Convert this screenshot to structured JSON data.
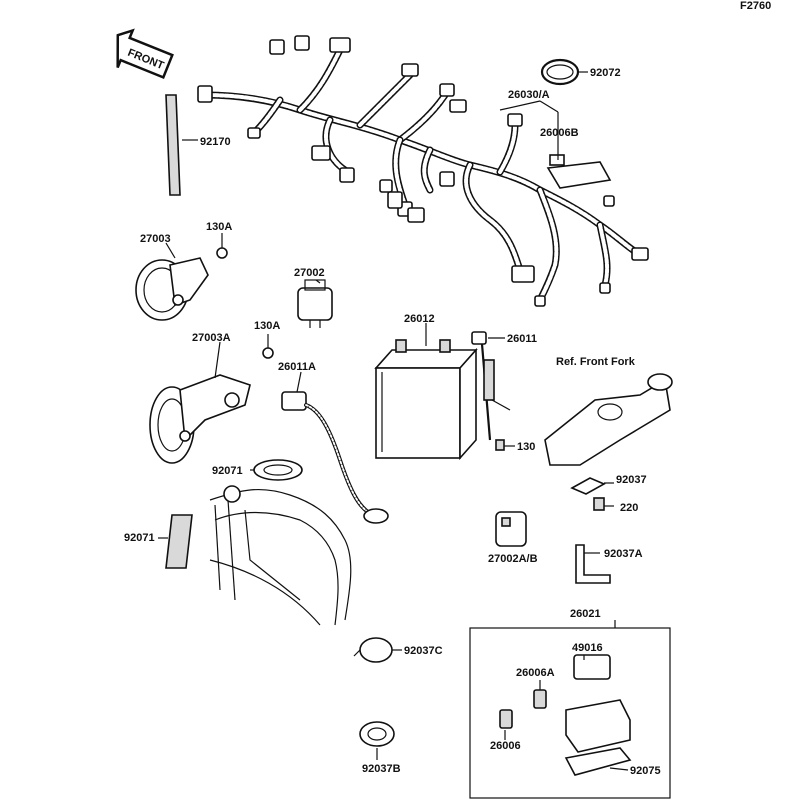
{
  "diagram_code": "F2760",
  "front_label": "FRONT",
  "callouts": {
    "p92072": "92072",
    "p26030a": "26030/A",
    "p26006b": "26006B",
    "p92170": "92170",
    "p27003": "27003",
    "p130a_top": "130A",
    "p27002": "27002",
    "p27003a": "27003A",
    "p130a_mid": "130A",
    "p26012": "26012",
    "p26011": "26011",
    "p26011a": "26011A",
    "ref_front_fork": "Ref. Front Fork",
    "p130": "130",
    "p92071_top": "92071",
    "p92071_left": "92071",
    "p92037": "92037",
    "p220": "220",
    "p27002ab": "27002A/B",
    "p92037a": "92037A",
    "p26021": "26021",
    "p49016": "49016",
    "p92037c": "92037C",
    "p26006a": "26006A",
    "p26006": "26006",
    "p92037b": "92037B",
    "p92075": "92075"
  }
}
